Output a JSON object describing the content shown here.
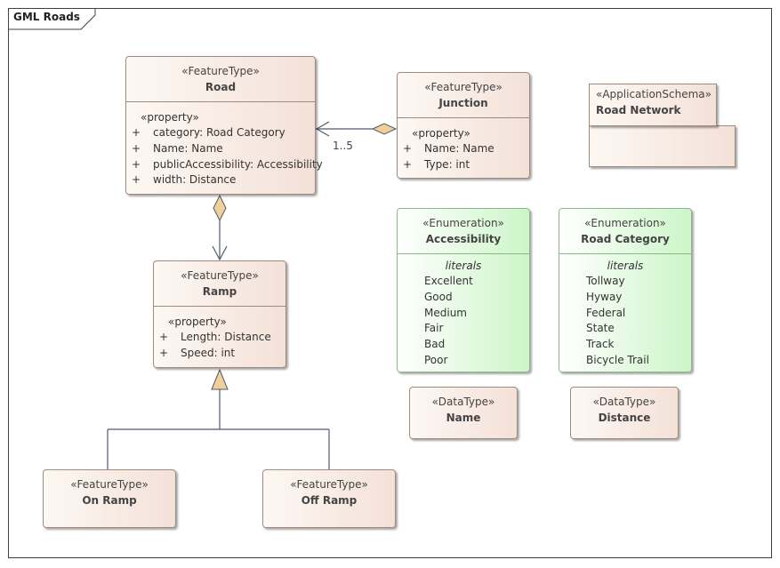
{
  "diagram": {
    "title": "GML Roads"
  },
  "classes": {
    "road": {
      "stereotype": "«FeatureType»",
      "name": "Road",
      "section": "«property»",
      "attributes": [
        {
          "vis": "+",
          "text": "category: Road Category"
        },
        {
          "vis": "+",
          "text": "Name: Name"
        },
        {
          "vis": "+",
          "text": "publicAccessibility: Accessibility"
        },
        {
          "vis": "+",
          "text": "width: Distance"
        }
      ]
    },
    "junction": {
      "stereotype": "«FeatureType»",
      "name": "Junction",
      "section": "«property»",
      "attributes": [
        {
          "vis": "+",
          "text": "Name: Name"
        },
        {
          "vis": "+",
          "text": "Type: int"
        }
      ]
    },
    "ramp": {
      "stereotype": "«FeatureType»",
      "name": "Ramp",
      "section": "«property»",
      "attributes": [
        {
          "vis": "+",
          "text": "Length: Distance"
        },
        {
          "vis": "+",
          "text": "Speed: int"
        }
      ]
    },
    "on_ramp": {
      "stereotype": "«FeatureType»",
      "name": "On Ramp"
    },
    "off_ramp": {
      "stereotype": "«FeatureType»",
      "name": "Off Ramp"
    },
    "accessibility": {
      "stereotype": "«Enumeration»",
      "name": "Accessibility",
      "section": "literals",
      "literals": [
        "Excellent",
        "Good",
        "Medium",
        "Fair",
        "Bad",
        "Poor"
      ]
    },
    "road_category": {
      "stereotype": "«Enumeration»",
      "name": "Road Category",
      "section": "literals",
      "literals": [
        "Tollway",
        "Hyway",
        "Federal",
        "State",
        "Track",
        "Bicycle Trail"
      ]
    },
    "name_type": {
      "stereotype": "«DataType»",
      "name": "Name"
    },
    "distance_type": {
      "stereotype": "«DataType»",
      "name": "Distance"
    }
  },
  "package": {
    "stereotype": "«ApplicationSchema»",
    "name": "Road Network"
  },
  "associations": {
    "road_junction_multiplicity": "1..5"
  },
  "colors": {
    "class_fill": "#f3e1d8",
    "enum_fill": "#ccf5c8",
    "border": "#a08a80",
    "edge": "#4f5a6e",
    "diamond": "#f0d09a"
  }
}
